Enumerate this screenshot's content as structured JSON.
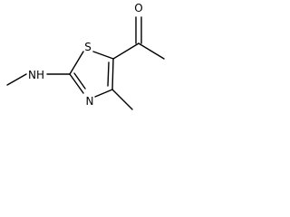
{
  "molecule": {
    "atoms": {
      "oxygen": "O",
      "sulfur": "S",
      "amine": "NH",
      "nitrogen": "N"
    }
  }
}
